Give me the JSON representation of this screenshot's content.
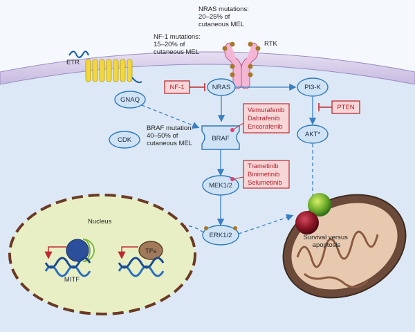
{
  "labels": {
    "etr": "ETR",
    "rtk": "RTK",
    "nras_mut": [
      "NRAS mutations:",
      "20–25% of",
      "cutaneous MEL"
    ],
    "nf1_mut": [
      "NF-1 mutations:",
      "15–20% of",
      "cutaneous MEL"
    ],
    "braf_mut": [
      "BRAF mutation:",
      "40–50% of",
      "cutaneous MEL"
    ],
    "nucleus": "Nucleus",
    "mitf": "MITF",
    "survival": [
      "Survival versus",
      "apoptosis"
    ]
  },
  "nodes": {
    "gnaq": "GNAQ",
    "nras": "NRAS",
    "pi3k": "PI3-K",
    "braf": "BRAF",
    "cdk": "CDK",
    "akt": "AKT*",
    "mek": "MEK1/2",
    "erk": "ERK1/2",
    "tfs": "TFs"
  },
  "inhibitors": {
    "nf1": "NF-1",
    "pten": "PTEN"
  },
  "drugs": {
    "braf": [
      "Vemurafenib",
      "Dabrafenib",
      "Encorafenib"
    ],
    "mek": [
      "Trametinib",
      "Binimetinib",
      "Selumetinib"
    ]
  },
  "colors": {
    "background": "#dfe9f5",
    "membrane": "#c9bfe0",
    "node_fill": "#cfe3f5",
    "node_stroke": "#2e78b8",
    "inhibitor_fill": "#f7d6d8",
    "inhibitor_stroke": "#c0282f",
    "nucleus_fill": "#e9efc4",
    "mito_outer": "#6b4a3a",
    "mito_inner": "#e7c9b0"
  }
}
